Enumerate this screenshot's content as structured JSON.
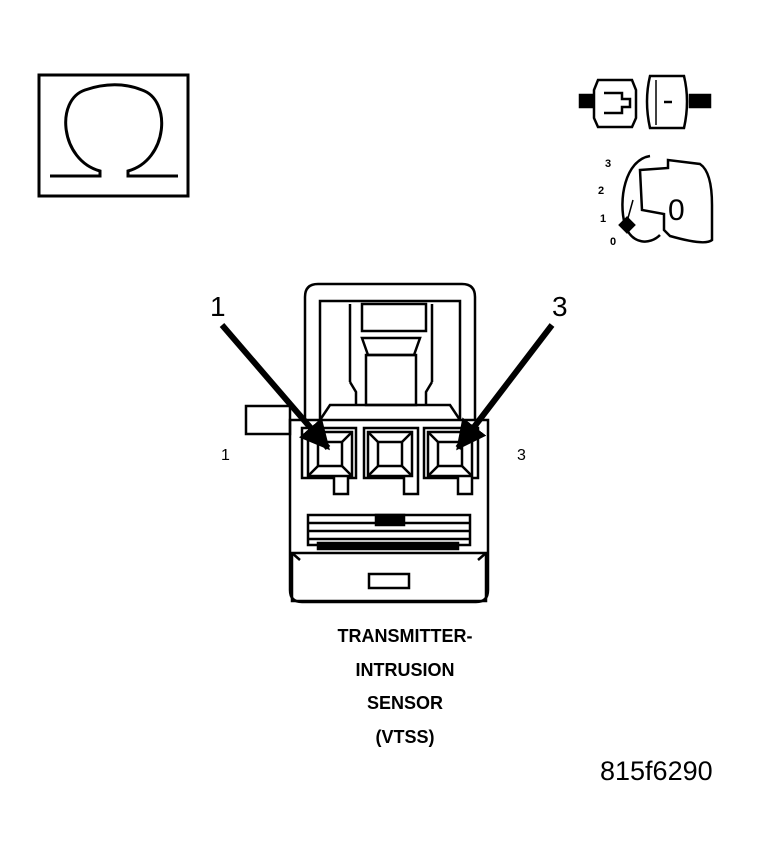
{
  "connector": {
    "title_lines": [
      "TRANSMITTER-",
      "INTRUSION",
      "SENSOR",
      "(VTSS)"
    ],
    "callout_left": "1",
    "callout_right": "3",
    "pin_left": "1",
    "pin_right": "3"
  },
  "ignition_switch": {
    "positions": [
      "3",
      "2",
      "1",
      "0"
    ],
    "key_position": "0"
  },
  "figure_id": "815f6290",
  "icons": [
    "ohmmeter-icon",
    "connector-disconnect-icon",
    "ignition-key-icon"
  ]
}
